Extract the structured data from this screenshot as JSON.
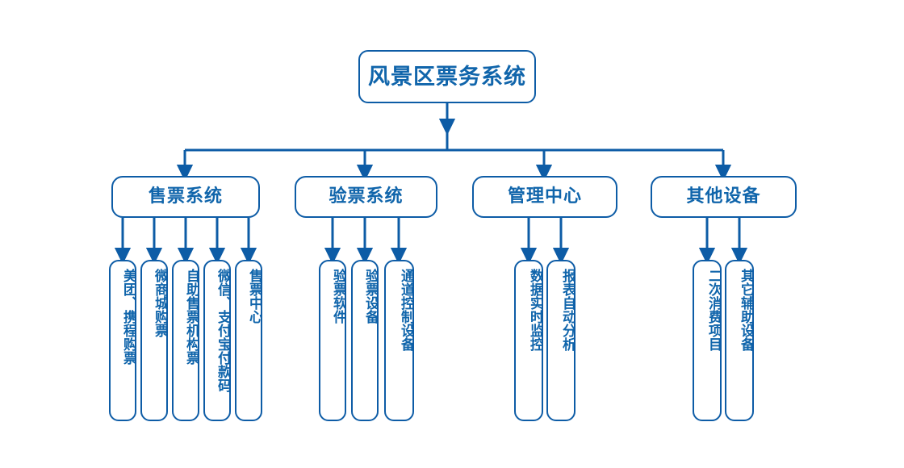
{
  "diagram": {
    "title": "风景区票务系统",
    "type": "organization-tree",
    "accent_color": "#0d5ca6",
    "text_color": "#1065ab",
    "background_color": "#ffffff",
    "root": {
      "label": "风景区票务系统"
    },
    "branches": [
      {
        "label": "售票系统",
        "leaves": [
          {
            "label": "美团、携程购票"
          },
          {
            "label": "微商城购票"
          },
          {
            "label": "自助售票机构票"
          },
          {
            "label": "微信、支付宝付款码"
          },
          {
            "label": "售票中心"
          }
        ]
      },
      {
        "label": "验票系统",
        "leaves": [
          {
            "label": "验票软件"
          },
          {
            "label": "验票设备"
          },
          {
            "label": "通道控制设备"
          }
        ]
      },
      {
        "label": "管理中心",
        "leaves": [
          {
            "label": "数据实时监控"
          },
          {
            "label": "报表自动分析"
          }
        ]
      },
      {
        "label": "其他设备",
        "leaves": [
          {
            "label": "二次消费项目"
          },
          {
            "label": "其它辅助设备"
          }
        ]
      }
    ]
  }
}
